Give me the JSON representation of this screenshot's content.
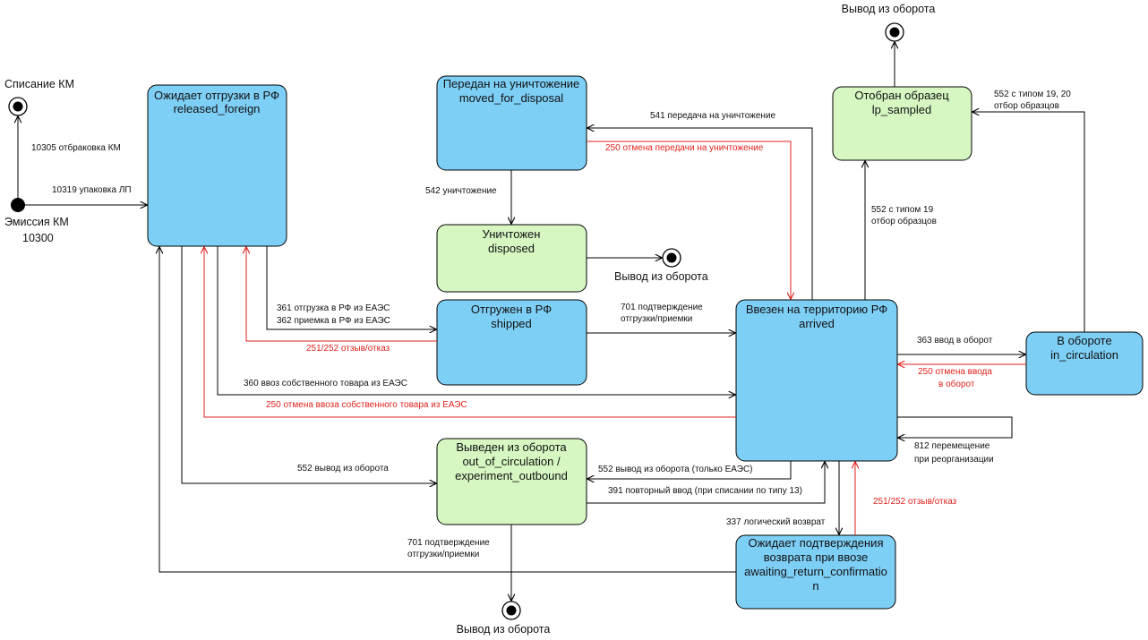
{
  "states": {
    "released_foreign": {
      "line1": "Ожидает отгрузки в РФ",
      "line2": "released_foreign"
    },
    "moved_for_disposal": {
      "line1": "Передан на уничтожение",
      "line2": "moved_for_disposal"
    },
    "disposed": {
      "line1": "Уничтожен",
      "line2": "disposed"
    },
    "shipped": {
      "line1": "Отгружен в РФ",
      "line2": "shipped"
    },
    "arrived": {
      "line1": "Ввезен на территорию РФ",
      "line2": "arrived"
    },
    "lp_sampled": {
      "line1": "Отобран образец",
      "line2": "lp_sampled"
    },
    "in_circulation": {
      "line1": "В обороте",
      "line2": "in_circulation"
    },
    "out_of_circulation": {
      "line1": "Выведен из оборота",
      "line2": "out_of_circulation /",
      "line3": "experiment_outbound"
    },
    "awaiting_return": {
      "line1": "Ожидает подтверждения",
      "line2": "возврата при ввозе",
      "line3": "awaiting_return_confirmatio",
      "line4": "n"
    }
  },
  "terminals": {
    "write_off": "Списание КМ",
    "emission_line1": "Эмиссия КМ",
    "emission_line2": "10300",
    "withdraw_top": "Вывод из оборота",
    "withdraw_disposed": "Вывод из оборота",
    "withdraw_bottom": "Вывод из оборота"
  },
  "transitions": {
    "t10305": "10305 отбраковка КМ",
    "t10319": "10319 упаковка ЛП",
    "t541": "541 передача на уничтожение",
    "t250_disposal": "250 отмена передачи на уничтожение",
    "t542": "542 уничтожение",
    "t361": "361 отгрузка в РФ из ЕАЭС",
    "t362": "362 приемка в РФ из ЕАЭС",
    "t251_shipped": "251/252 отзыв/отказ",
    "t701_a1": "701 подтверждение",
    "t701_a2": "отгрузки/приемки",
    "t360": "360 ввоз собственного товара из ЕАЭС",
    "t250_import": "250 отмена ввоза собственного товара из ЕАЭС",
    "t552_19a": "552 с типом 19",
    "t552_19b": "отбор образцов",
    "t552_1920a": "552 с типом 19, 20",
    "t552_1920b": "отбор образцов",
    "t363": "363 ввод в оборот",
    "t250_circ1": "250 отмена ввода",
    "t250_circ2": "в оборот",
    "t812a": "812 перемещение",
    "t812b": "при реорганизации",
    "t552_withdraw": "552 вывод из оборота",
    "t552_eaes": "552 вывод из оборота (только ЕАЭС)",
    "t391": "391 повторный ввод (при списании по типу 13)",
    "t337": "337 логический возврат",
    "t251_return": "251/252 отзыв/отказ",
    "t701_b1": "701 подтверждение",
    "t701_b2": "отгрузки/приемки"
  },
  "colors": {
    "processing": "#7ecff6",
    "final": "#d6f7c2",
    "cancel": "#e0221e"
  }
}
